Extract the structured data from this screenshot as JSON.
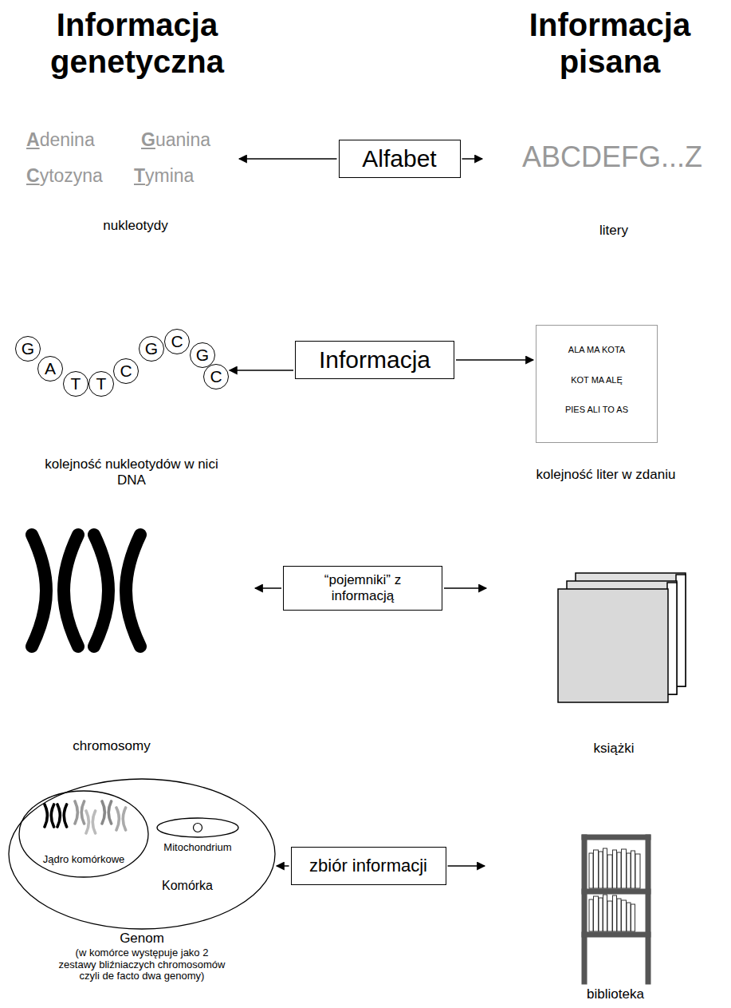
{
  "diagram": {
    "nodes": [
      {
        "text": [
          "Alfabet"
        ]
      },
      {
        "text": [
          "G"
        ]
      },
      {
        "text": [
          "A"
        ]
      },
      {
        "text": [
          "T"
        ]
      },
      {
        "text": [
          "T"
        ]
      },
      {
        "text": [
          "C"
        ]
      },
      {
        "text": [
          "G"
        ]
      },
      {
        "text": [
          "C"
        ]
      },
      {
        "text": [
          "G"
        ]
      },
      {
        "text": [
          "C"
        ]
      },
      {
        "text": [
          "Informacja"
        ]
      },
      {
        "text": [
          "ALA MA KOTA",
          "KOT MA ALĘ",
          "PIES ALI TO AS"
        ]
      },
      {
        "text": [
          "“pojemniki” z informacją"
        ]
      },
      {
        "text": [
          "Komórka"
        ]
      },
      {
        "text": [
          "Jądro komórkowe"
        ],
        "in": 13
      },
      {
        "text": [
          "Mitochondrium"
        ],
        "in": 13
      },
      {
        "text": [
          "zbiór informacji"
        ]
      }
    ],
    "edges": [
      {
        "from": 10,
        "to": 9,
        "arrow": "to"
      },
      {
        "from": 10,
        "to": 11,
        "arrow": "to"
      },
      {
        "from": 16,
        "to": 13,
        "arrow": "to"
      }
    ],
    "labels": [
      "Informacja genetyczna",
      "Informacja pisana",
      "Adenina",
      "Guanina",
      "Cytozyna",
      "Tymina",
      "nukleotydy",
      "ABCDEFG...Z",
      "litery",
      "kolejność nukleotydów w nici DNA",
      "kolejność liter w zdaniu",
      "chromosomy",
      "książki",
      "Genom",
      "(w komórce występuje jako 2 zestawy bliźniaczych chromosomów czyli de facto dwa genomy)",
      "biblioteka"
    ]
  }
}
